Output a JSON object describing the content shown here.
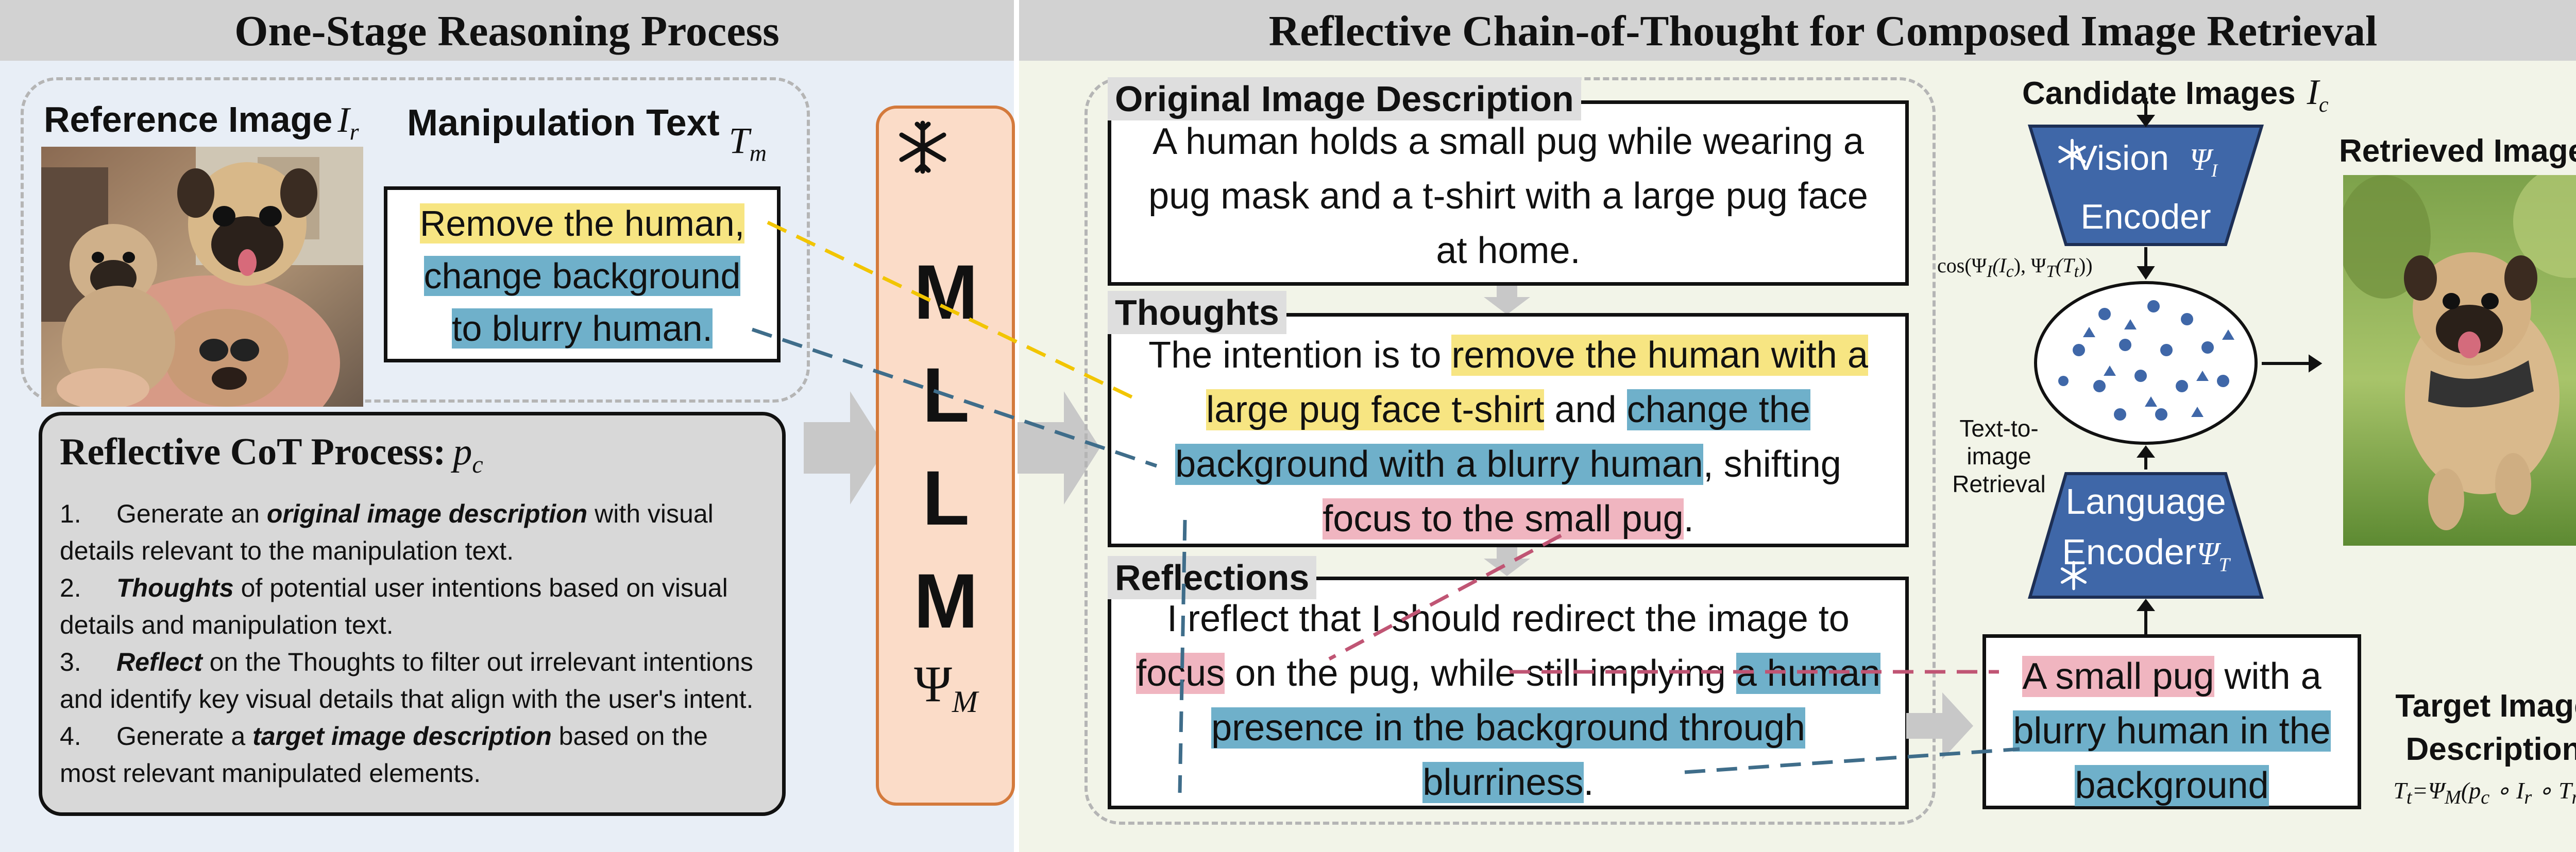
{
  "left_panel": {
    "title": "One-Stage Reasoning Process",
    "reference_label": "Reference Image",
    "reference_symbol": "I",
    "reference_sub": "r",
    "manipulation_label": "Manipulation Text",
    "manipulation_symbol": "T",
    "manipulation_sub": "m",
    "manipulation_lines": [
      "Remove the human,",
      "change background",
      "to blurry human."
    ],
    "cot": {
      "title": "Reflective CoT Process:",
      "symbol": "p",
      "symbol_sub": "c",
      "steps": [
        {
          "num": "1.",
          "pre": "Generate an ",
          "em": "original image description",
          "post": " with visual details relevant to the manipulation text."
        },
        {
          "num": "2.",
          "pre": "",
          "em": "Thoughts",
          "post": " of potential user intentions based on visual details and manipulation text."
        },
        {
          "num": "3.",
          "pre": "",
          "em": "Reflect",
          "post": " on the Thoughts to filter out irrelevant intentions and identify key visual details that align with the user's intent."
        },
        {
          "num": "4.",
          "pre": "Generate a ",
          "em": "target image description",
          "post": " based on the most relevant manipulated elements."
        }
      ]
    }
  },
  "mllm": {
    "letters": [
      "M",
      "L",
      "L",
      "M"
    ],
    "symbol": "Ψ",
    "symbol_sub": "M",
    "icon": "snowflake-icon"
  },
  "right_panel": {
    "title": "Reflective Chain-of-Thought for Composed Image Retrieval",
    "original": {
      "label": "Original Image Description",
      "text": "A human holds a small pug while wearing a pug mask and a t-shirt with a large pug face at home."
    },
    "thoughts": {
      "label": "Thoughts",
      "t1": "The intention is to ",
      "h1": "remove the human with a large pug face t-shirt",
      "t2": " and ",
      "h2": "change the background with a blurry human",
      "t3": ", shifting ",
      "h3": "focus to the small pug",
      "t4": "."
    },
    "reflections": {
      "label": "Reflections",
      "t1": "I reflect that I should redirect the image to ",
      "h1": "focus",
      "t2": "  on the pug, while still implying ",
      "h2": "a human presence in the background through blurriness",
      "t3": "."
    },
    "candidate_label": "Candidate Images",
    "candidate_symbol": "I",
    "candidate_sub": "c",
    "vision_encoder": {
      "line1": "Vision",
      "line2": "Encoder",
      "symbol": "Ψ",
      "sub": "I"
    },
    "language_encoder": {
      "line1": "Language",
      "line2": "Encoder",
      "symbol": "Ψ",
      "sub": "T"
    },
    "cos_formula": "cos(Ψ",
    "cos_parts": [
      "I",
      "(I",
      "c",
      "), Ψ",
      "T",
      "(T",
      "t",
      "))"
    ],
    "retrieval_line1": "Text-to-image",
    "retrieval_line2": "Retrieval",
    "retrieved_label": "Retrieved Image",
    "target": {
      "h1": "A small pug",
      "t1": " with a ",
      "h2": "blurry human in the background"
    },
    "target_label_line1": "Target Image",
    "target_label_line2": "Description",
    "formula": "T",
    "formula_parts": [
      "t",
      "=Ψ",
      "M",
      "(p",
      "c",
      " ∘ I",
      "r",
      " ∘ T",
      "m",
      ")"
    ]
  },
  "colors": {
    "left_bg": "#e8eef6",
    "right_bg": "#f2f4e8",
    "yellow": "#f7e582",
    "blue": "#6fb0ca",
    "pink": "#f0b5c0",
    "encoder": "#3f67a8",
    "mllm": "#fbdcc8",
    "mllm_border": "#d47a3c"
  }
}
